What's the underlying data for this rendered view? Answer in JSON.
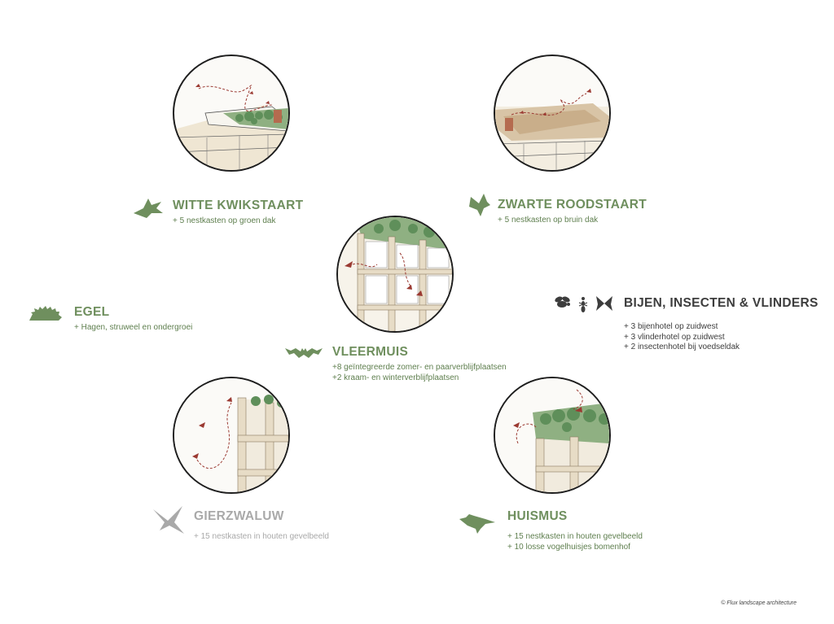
{
  "colors": {
    "green": "#6f8f5e",
    "grey": "#a9a9a9",
    "dark": "#3d3d3d",
    "bird_red": "#9b3a32",
    "wood": "#e7dcc6"
  },
  "species": {
    "witte_kwikstaart": {
      "title": "WITTE KWIKSTAART",
      "lines": [
        "+ 5 nestkasten op groen dak"
      ],
      "icon": "wagtail-icon"
    },
    "zwarte_roodstaart": {
      "title": "ZWARTE ROODSTAART",
      "lines": [
        "+ 5 nestkasten op bruin dak"
      ],
      "icon": "redstart-icon"
    },
    "egel": {
      "title": "EGEL",
      "lines": [
        "+ Hagen, struweel en ondergroei"
      ],
      "icon": "hedgehog-icon"
    },
    "vleermuis": {
      "title": "VLEERMUIS",
      "lines": [
        "+8 geïntegreerde zomer- en paarverblijfplaatsen",
        "+2 kraam- en winterverblijfplaatsen"
      ],
      "icon": "bat-icon"
    },
    "bijen": {
      "title": "BIJEN, INSECTEN & VLINDERS",
      "lines": [
        "+ 3 bijenhotel op zuidwest",
        "+ 3 vlinderhotel op zuidwest",
        "+ 2 insectenhotel bij voedseldak"
      ],
      "icon": "bee-ant-butterfly-icon"
    },
    "gierzwaluw": {
      "title": "GIERZWALUW",
      "lines": [
        "+ 15 nestkasten in houten gevelbeeld"
      ],
      "icon": "swift-icon"
    },
    "huismus": {
      "title": "HUISMUS",
      "lines": [
        "+ 15 nestkasten in houten gevelbeeld",
        "+ 10 losse vogelhuisjes bomenhof"
      ],
      "icon": "sparrow-icon"
    }
  },
  "copyright": "© Flux landscape architecture"
}
